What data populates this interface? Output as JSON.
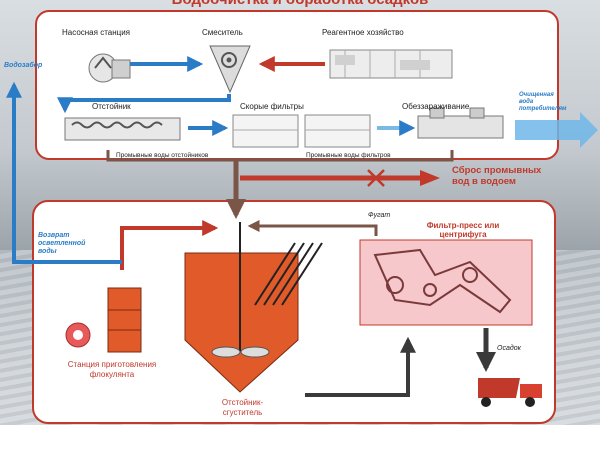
{
  "title_partial": "Водоочистка и обработка осадков",
  "top": {
    "pump_station": "Насосная станция",
    "mixer": "Смеситель",
    "reagent": "Реагентное хозяйство",
    "settler": "Отстойник",
    "fast_filters": "Скорые фильтры",
    "disinfection": "Обеззараживание",
    "wash_settler": "Промывные воды отстойников",
    "wash_filters": "Промывные воды фильтров"
  },
  "side": {
    "intake": "Водозабор",
    "clean_water": "Очищенная вода потребителям",
    "return_water": "Возврат осветленной воды"
  },
  "discharge": "Сброс промывных вод в водоем",
  "bottom": {
    "fugat": "Фугат",
    "filter_press": "Фильтр-пресс или центрифуга",
    "flocculant_station": "Станция приготовления флокулянта",
    "thickener": "Отстойник-сгуститель",
    "sludge": "Осадок"
  },
  "colors": {
    "red": "#c0392b",
    "blue": "#2a7cc7",
    "orange": "#e05a2a",
    "brown": "#7a5548",
    "pink": "#f6c8cc",
    "dark": "#3a3a3a"
  }
}
